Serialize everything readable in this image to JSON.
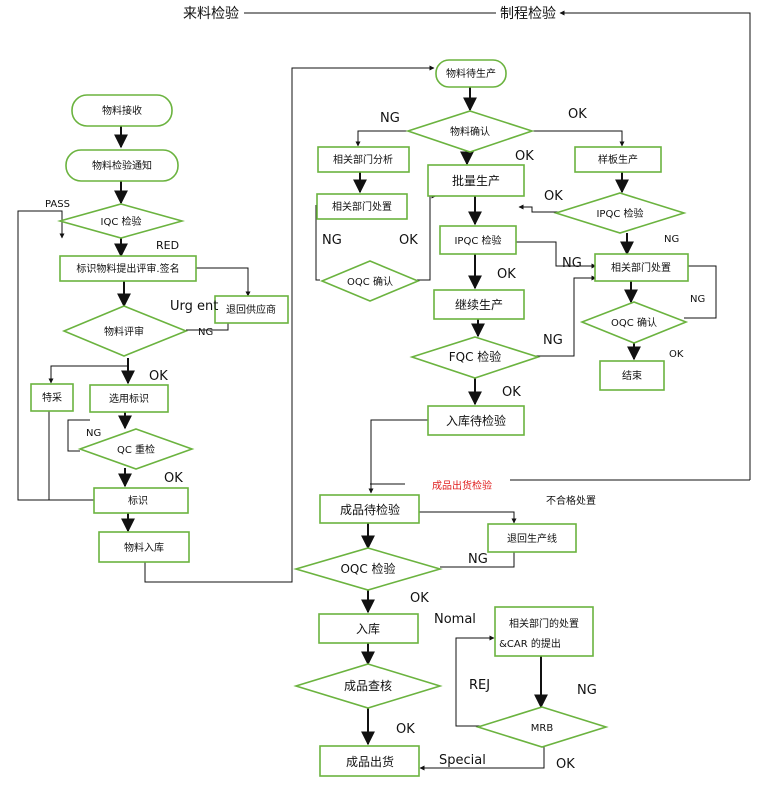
{
  "headers": {
    "incoming": "来料检验",
    "process": "制程检验"
  },
  "nodes": {
    "receive": "物料接收",
    "notice": "物料检验通知",
    "iqc": "IQC 检验",
    "mark_review": "标识物料提出评审.签名",
    "return_supplier": "退回供应商",
    "review": "物料评审",
    "special": "特采",
    "select_mark": "选用标识",
    "qc_recheck": "QC 重检",
    "mark": "标识",
    "material_store": "物料入库",
    "wait_production": "物料待生产",
    "material_confirm": "物料确认",
    "dept_analysis": "相关部门分析",
    "dept_handle_1": "相关部门处置",
    "oqc_confirm_1": "OQC 确认",
    "mass_production": "批量生产",
    "sample_production": "样板生产",
    "ipqc_right": "IPQC 检验",
    "ipqc_left": "IPQC 检验",
    "dept_handle_2": "相关部门处置",
    "continue_production": "继续生产",
    "oqc_confirm_2": "OQC 确认",
    "fqc": "FQC 检验",
    "end": "结束",
    "wait_store_check": "入库待检验",
    "finished_check": "成品待检验",
    "return_line": "退回生产线",
    "oqc": "OQC 检验",
    "store": "入库",
    "dept_car_line1": "相关部门的处置",
    "dept_car_line2": "&CAR 的提出",
    "finished_audit": "成品查核",
    "mrb": "MRB",
    "ship": "成品出货"
  },
  "labels": {
    "pass": "PASS",
    "red": "RED",
    "urgent": "Urg ent",
    "ng_review": "NG",
    "ok_review": "OK",
    "ng_recheck": "NG",
    "ok_recheck": "OK",
    "ng_confirm": "NG",
    "ok_confirm_right": "OK",
    "ok_confirm_down": "OK",
    "ng_oqc1": "NG",
    "ok_oqc1": "OK",
    "ok_sample": "OK",
    "ng_ipqc_right": "NG",
    "ng_ipqc_left": "NG",
    "ok_ipqc_left": "OK",
    "ng_oqc2": "NG",
    "ok_oqc2": "OK",
    "ng_fqc": "NG",
    "ok_fqc": "OK",
    "finished_ship_check": "成品出货检验",
    "nonconform_handle": "不合格处置",
    "ng_oqc": "NG",
    "ok_oqc": "OK",
    "nomal": "Nomal",
    "rej": "REJ",
    "ng_mrb": "NG",
    "ok_audit": "OK",
    "special_label": "Special",
    "ok_mrb": "OK"
  },
  "colors": {
    "node_border": "#6bb33f",
    "highlight_text": "#e02020",
    "line": "#111111"
  }
}
